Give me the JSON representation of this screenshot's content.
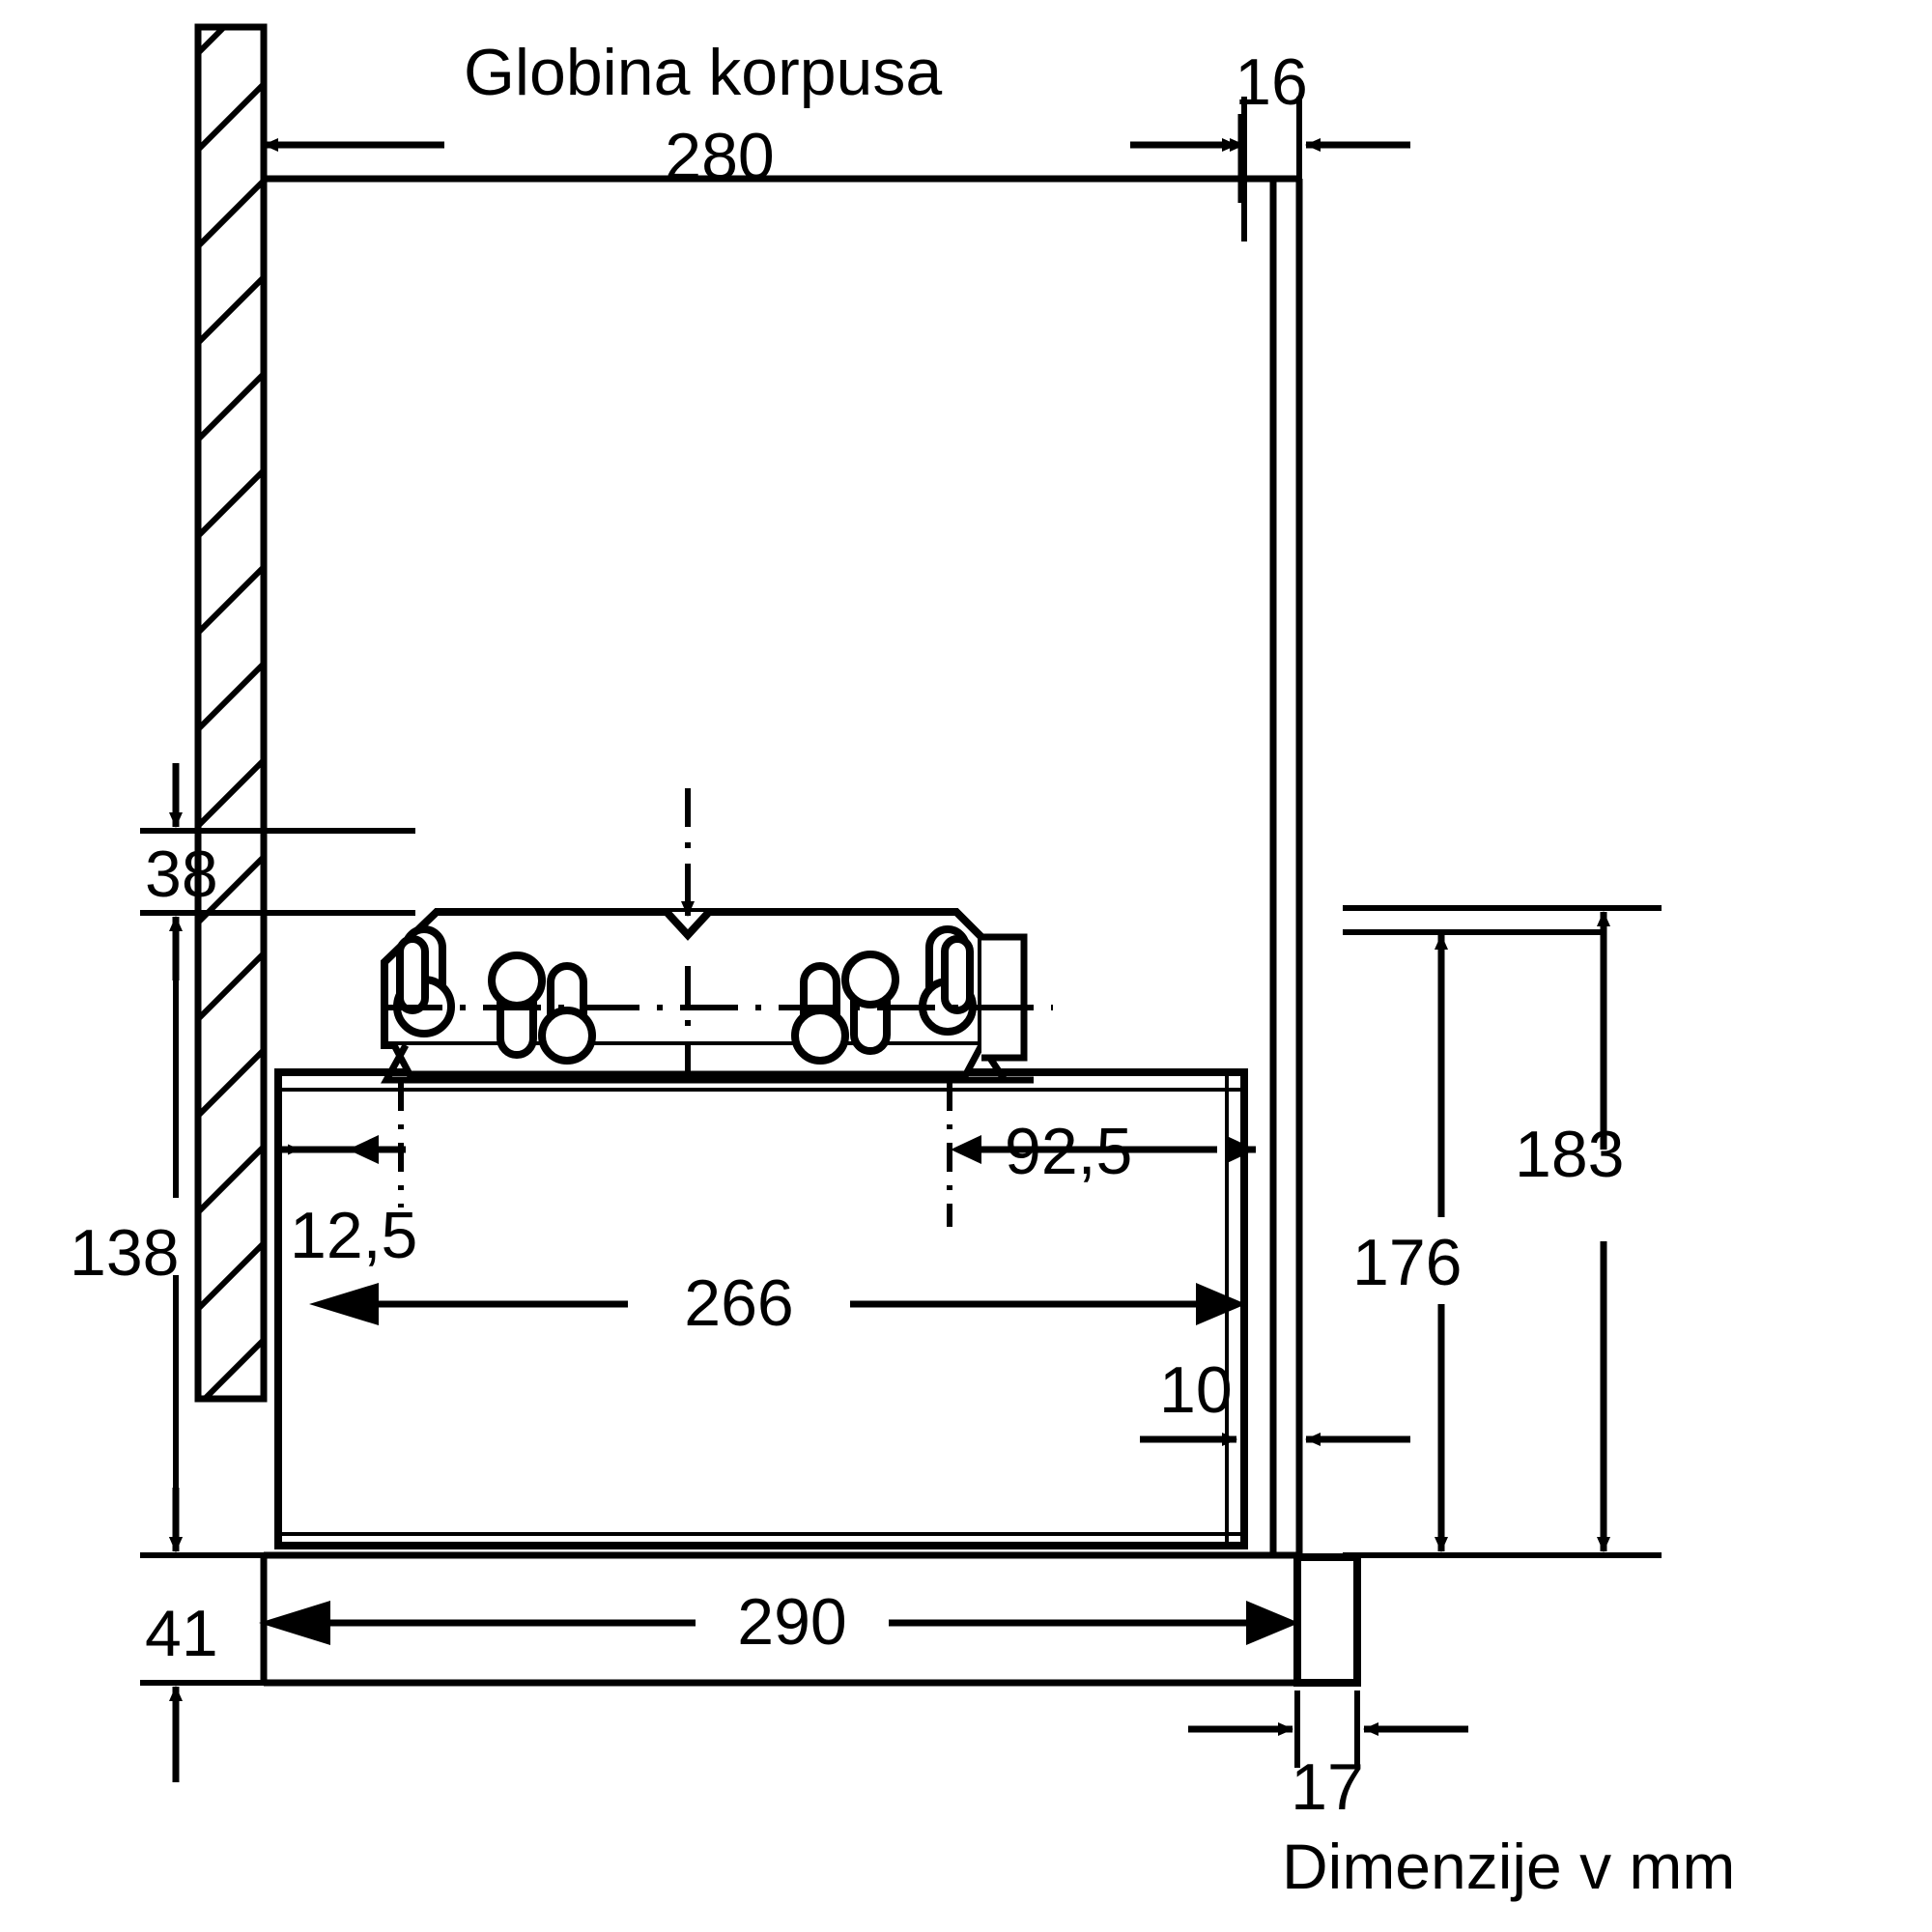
{
  "drawing": {
    "title_label": "Globina korpusa",
    "title_value": "280",
    "footer_note": "Dimenzije v mm",
    "units": "mm",
    "line_color": "#000000",
    "background_color": "#ffffff",
    "view": "side section of telescopic cooker hood installed under wall cabinet"
  },
  "dimensions": {
    "cabinet_depth": "280",
    "top_right_gap": "16",
    "wall_to_bracket_top": "38",
    "bracket_zone_height": "138",
    "bottom_offset": "41",
    "inner_left_inset": "12,5",
    "inner_right_inset": "92,5",
    "body_width": "266",
    "bottom_width": "290",
    "right_step": "10",
    "front_panel_thickness": "17",
    "height_inner": "176",
    "height_outer": "183"
  },
  "labels": [
    {
      "id": "globina-korpusa",
      "text": "Globina korpusa"
    },
    {
      "id": "dim-280",
      "text": "280"
    },
    {
      "id": "dim-16",
      "text": "16"
    },
    {
      "id": "dim-38",
      "text": "38"
    },
    {
      "id": "dim-138",
      "text": "138"
    },
    {
      "id": "dim-41",
      "text": "41"
    },
    {
      "id": "dim-12-5",
      "text": "12,5"
    },
    {
      "id": "dim-92-5",
      "text": "92,5"
    },
    {
      "id": "dim-266",
      "text": "266"
    },
    {
      "id": "dim-183",
      "text": "183"
    },
    {
      "id": "dim-176",
      "text": "176"
    },
    {
      "id": "dim-10",
      "text": "10"
    },
    {
      "id": "dim-290",
      "text": "290"
    },
    {
      "id": "dim-17",
      "text": "17"
    },
    {
      "id": "footer",
      "text": "Dimenzije v mm"
    }
  ]
}
